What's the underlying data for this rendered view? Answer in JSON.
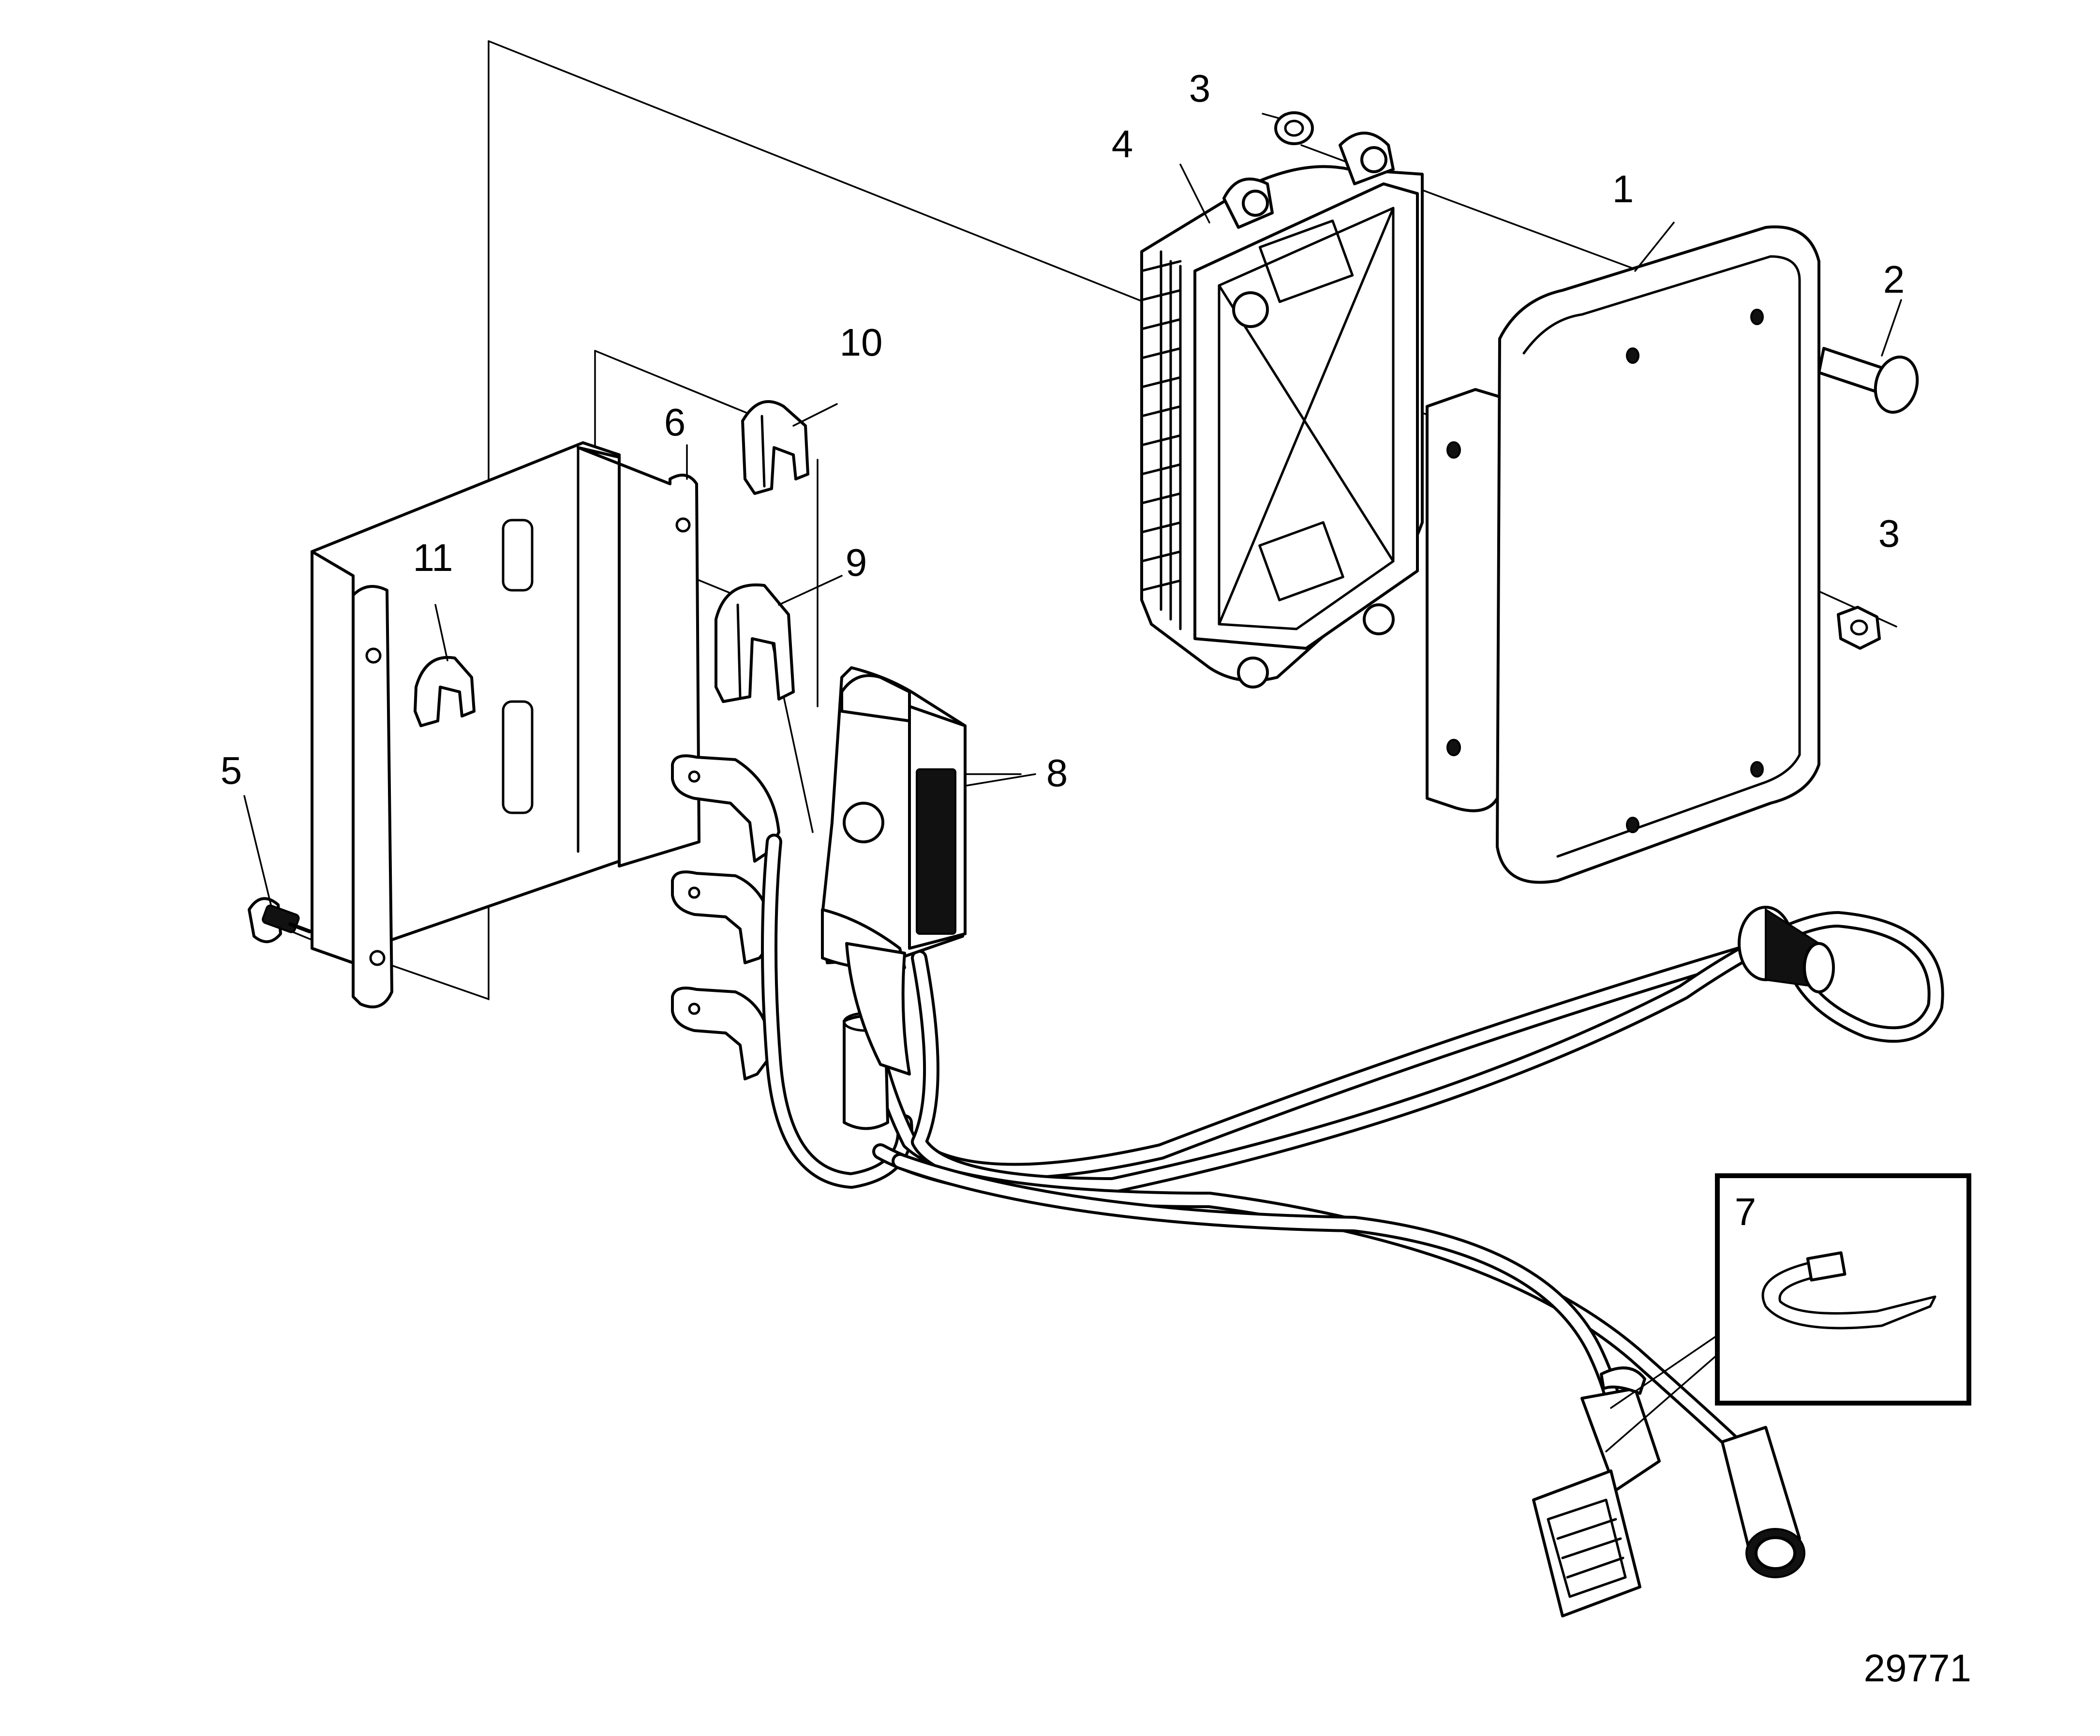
{
  "callouts": [
    {
      "id": "c1",
      "text": "1"
    },
    {
      "id": "c2",
      "text": "2"
    },
    {
      "id": "c3a",
      "text": "3"
    },
    {
      "id": "c3b",
      "text": "3"
    },
    {
      "id": "c4",
      "text": "4"
    },
    {
      "id": "c5",
      "text": "5"
    },
    {
      "id": "c6",
      "text": "6"
    },
    {
      "id": "c7",
      "text": "7"
    },
    {
      "id": "c8",
      "text": "8"
    },
    {
      "id": "c9",
      "text": "9"
    },
    {
      "id": "c10",
      "text": "10"
    },
    {
      "id": "c11",
      "text": "11"
    }
  ],
  "drawing_number": "29771"
}
